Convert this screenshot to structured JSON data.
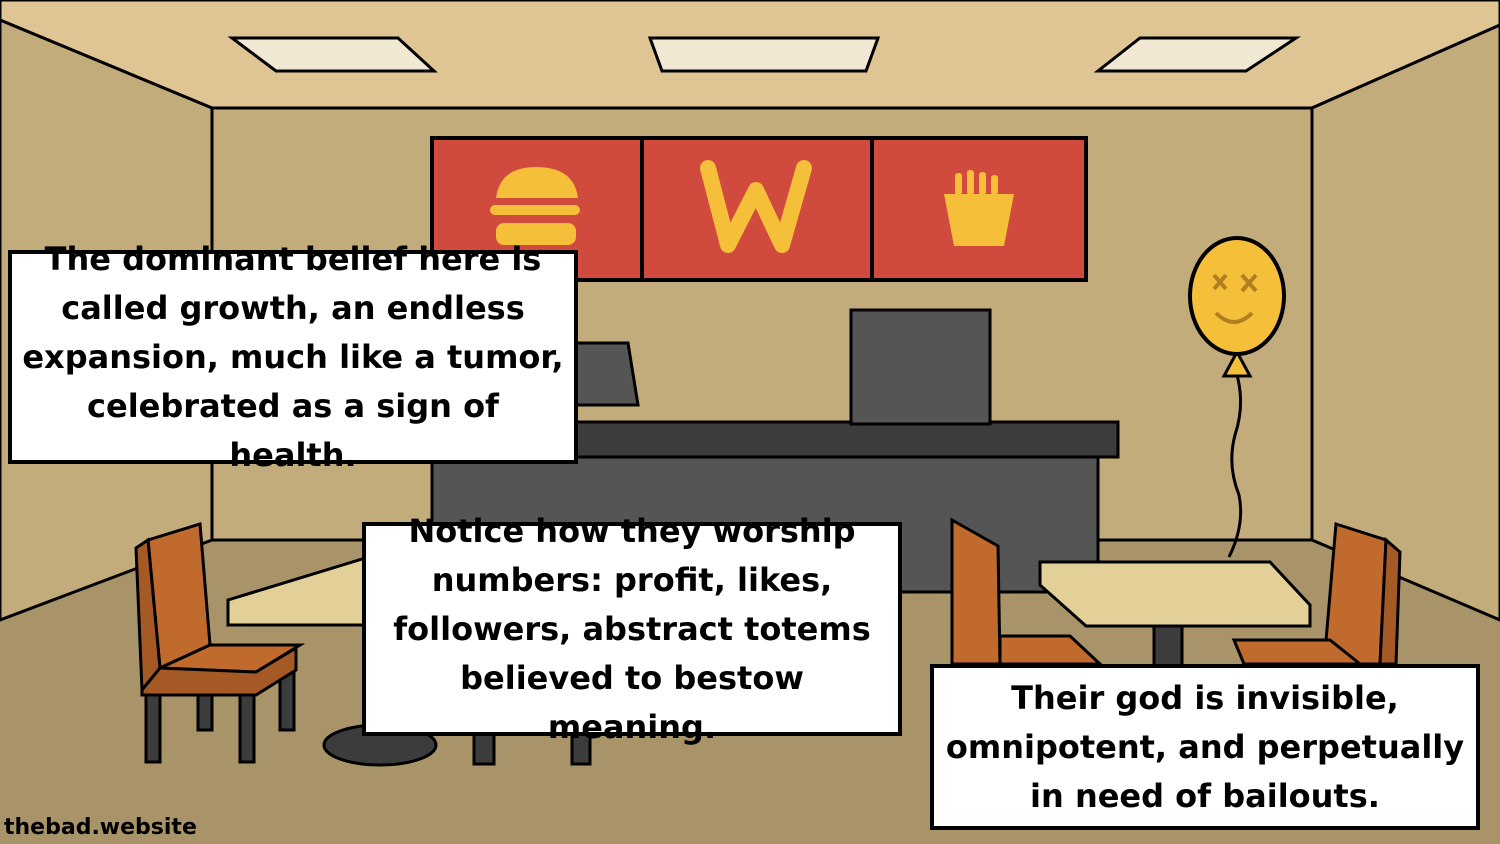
{
  "captions": [
    {
      "lines": [
        "The dominant belief here is",
        "called growth, an endless",
        "expansion, much like a tumor,",
        "celebrated as a sign of health."
      ]
    },
    {
      "lines": [
        "Notice how they worship",
        "numbers: profit, likes,",
        "followers, abstract totems",
        "believed to bestow meaning."
      ]
    },
    {
      "lines": [
        "Their god is invisible,",
        "omnipotent, and perpetually",
        "in need of bailouts."
      ]
    }
  ],
  "menu_board": {
    "logo_letter": "W",
    "icons": [
      "burger-icon",
      "w-logo-icon",
      "fries-icon"
    ]
  },
  "watermark": "thebad.website",
  "colors": {
    "ceiling": "#dec593",
    "wall": "#c3ac7b",
    "floor": "#a89468",
    "menu_red": "#d04a3e",
    "logo_yellow": "#f5bf3a",
    "chair": "#c06a2e",
    "counter": "#555555"
  }
}
